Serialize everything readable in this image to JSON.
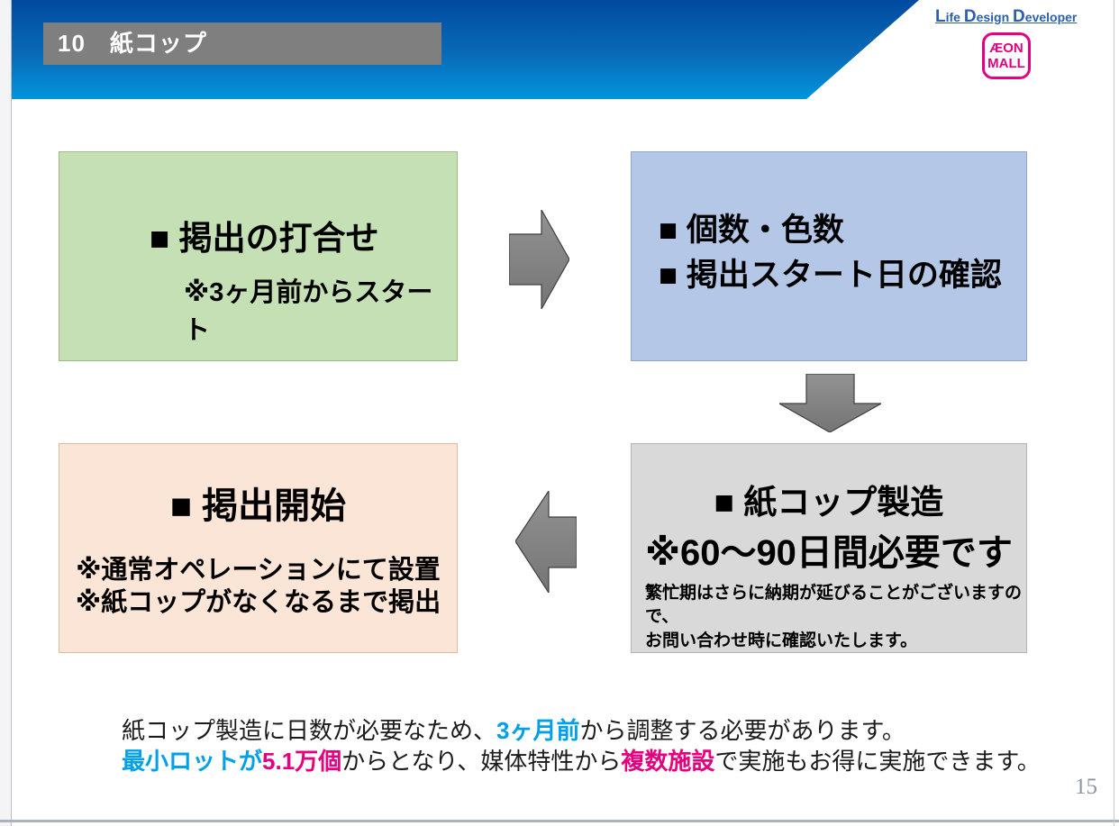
{
  "header": {
    "title": "10　紙コップ",
    "brand": {
      "t1": "L",
      "t2": "ife ",
      "t3": "D",
      "t4": "esign ",
      "t5": "D",
      "t6": "eveloper",
      "logo_line1": "ÆON",
      "logo_line2": "MALL"
    }
  },
  "flow": {
    "step1": {
      "title": "■ 掲出の打合せ",
      "note": "※3ヶ月前からスタート"
    },
    "step2": {
      "line1": "■ 個数・色数",
      "line2": "■ 掲出スタート日の確認"
    },
    "step3": {
      "title": "■ 紙コップ製造",
      "subtitle": "※60～90日間必要です",
      "note_line1": "繁忙期はさらに納期が延びることがございますので、",
      "note_line2": "お問い合わせ時に確認いたします。"
    },
    "step4": {
      "title": "■ 掲出開始",
      "note1": "※通常オペレーションにて設置",
      "note2": "※紙コップがなくなるまで掲出"
    }
  },
  "summary": {
    "line1_part1": "紙コップ製造に日数が必要なため、",
    "line1_highlight": "3ヶ月前",
    "line1_part2": "から調整する必要があります。",
    "line2_highlight1": "最小ロットが",
    "line2_highlight2": "5.1万個",
    "line2_part1": "からとなり、媒体特性から",
    "line2_highlight3": "複数施設",
    "line2_part2": "で実施もお得に実施できます。"
  },
  "page_number": "15",
  "colors": {
    "header_gradient_top": "#004a9f",
    "header_gradient_bottom": "#0095dc",
    "title_box_gray": "#7f7f7f",
    "brand_blue": "#2b5fad",
    "logo_magenta": "#e4007f",
    "box_green": "#c5e0b4",
    "box_blue": "#b4c7e7",
    "box_gray": "#d9d9d9",
    "box_peach": "#fbe5d6",
    "arrow_gray": "#878787",
    "highlight_blue": "#00a0e9",
    "highlight_magenta": "#e4007f",
    "page_number_gray": "#8b94a2",
    "bottom_bar": "#a9b3bf"
  }
}
